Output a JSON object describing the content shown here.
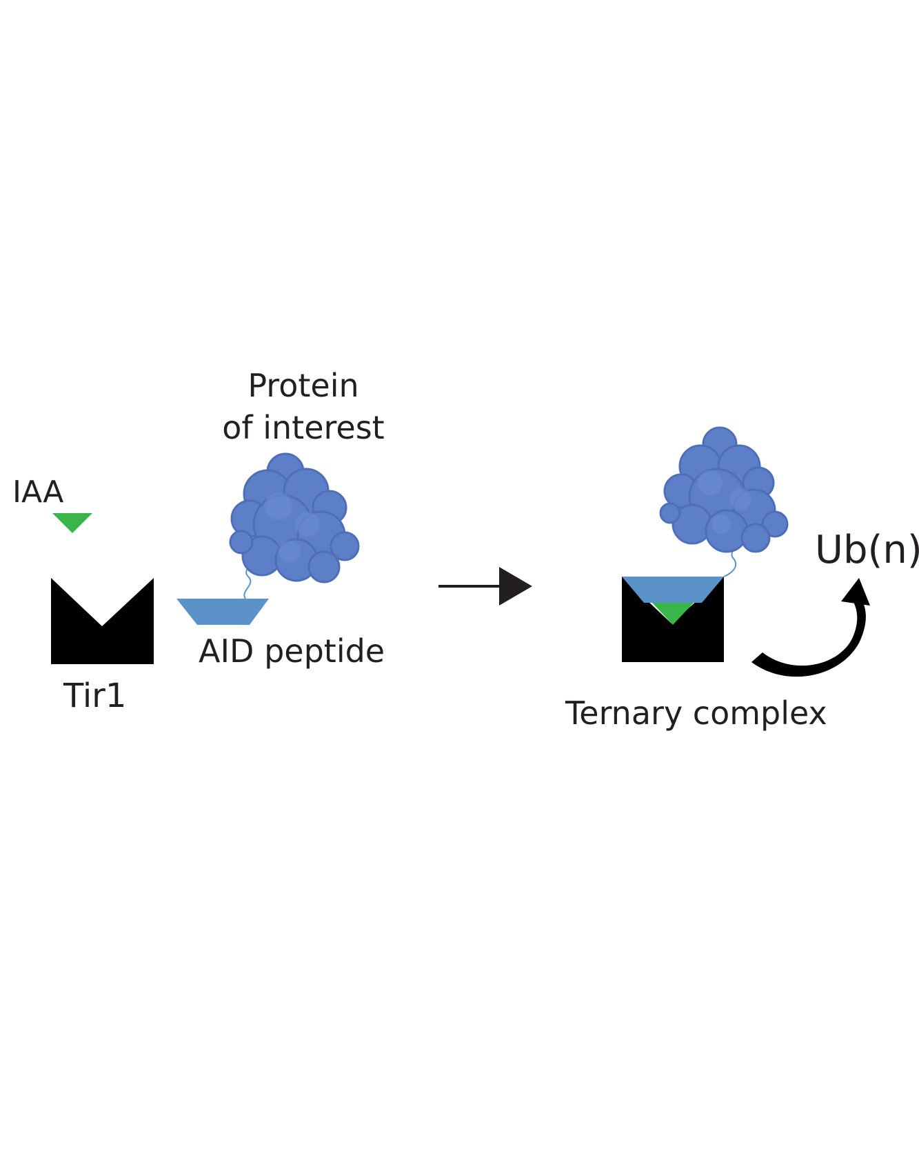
{
  "labels": {
    "protein_line1": "Protein",
    "protein_line2": "of interest",
    "iaa": "IAA",
    "tir1": "Tir1",
    "aid_peptide": "AID peptide",
    "ternary_complex": "Ternary complex",
    "ubiquitin": "Ub(n)"
  },
  "colors": {
    "ink": "#000000",
    "text": "#231f20",
    "iaa_green": "#39b54a",
    "aid_blue": "#5b93c9",
    "protein_blue": "#5c7fc8",
    "protein_edge": "#4e6fb8"
  },
  "icons": {
    "reaction_arrow": "arrow-right-icon",
    "ubiquitination_arrow": "curved-arrow-up-icon"
  }
}
